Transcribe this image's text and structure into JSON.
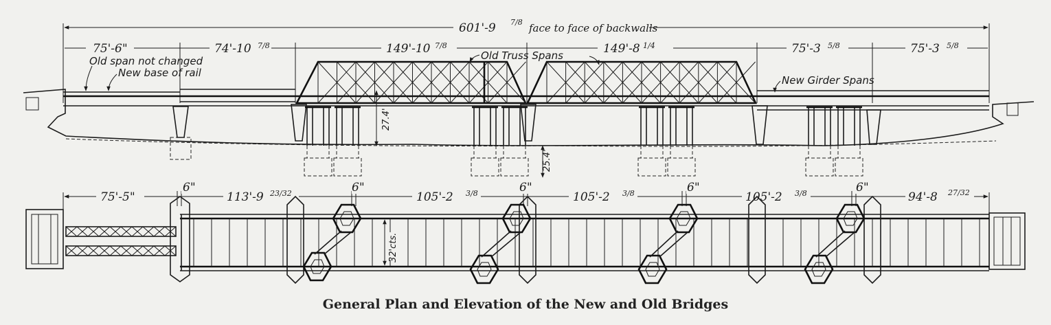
{
  "caption": "General Plan and Elevation of the New and Old Bridges",
  "elevation": {
    "overall": "601'-9",
    "overall_frac": "7/8",
    "overall_note": "face to face of backwalls",
    "spans": [
      {
        "main": "75'-6\"",
        "frac": ""
      },
      {
        "main": "74'-10",
        "frac": "7/8"
      },
      {
        "main": "149'-10",
        "frac": "7/8"
      },
      {
        "main": "149'-8",
        "frac": "1/4"
      },
      {
        "main": "75'-3",
        "frac": "5/8"
      },
      {
        "main": "75'-3",
        "frac": "5/8"
      }
    ],
    "labels": {
      "old_span": "Old span not changed",
      "new_rail": "New base of rail",
      "old_truss": "Old Truss Spans",
      "new_girder": "New Girder Spans",
      "height1": "27.4'",
      "height2": "25.4'"
    }
  },
  "plan": {
    "spans": [
      {
        "main": "75'-5\"",
        "frac": ""
      },
      {
        "main": "6\"",
        "frac": ""
      },
      {
        "main": "113'-9",
        "frac": "23/32"
      },
      {
        "main": "6\"",
        "frac": ""
      },
      {
        "main": "105'-2",
        "frac": "3/8"
      },
      {
        "main": "6\"",
        "frac": ""
      },
      {
        "main": "105'-2",
        "frac": "3/8"
      },
      {
        "main": "6\"",
        "frac": ""
      },
      {
        "main": "105'-2",
        "frac": "3/8"
      },
      {
        "main": "6\"",
        "frac": ""
      },
      {
        "main": "94'-8",
        "frac": "27/32"
      }
    ],
    "width_label": "32'cts."
  }
}
